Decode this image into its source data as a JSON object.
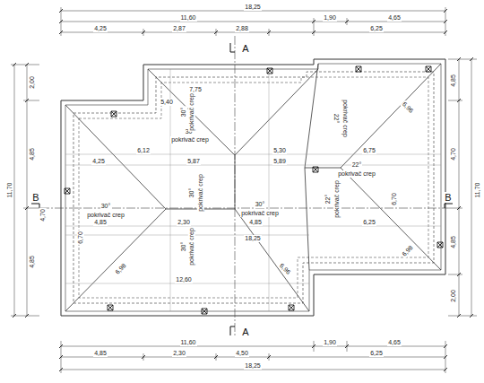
{
  "diagram": {
    "labels": [
      "18,25",
      "11,60",
      "1,90",
      "4,65",
      "4,25",
      "2,87",
      "2,88",
      "6,25",
      "11,60",
      "1,90",
      "4,65",
      "4,85",
      "2,30",
      "4,50",
      "6,25",
      "18,25",
      "2,00",
      "4,85",
      "4,70",
      "4,85",
      "11,70",
      "4,85",
      "4,70",
      "4,85",
      "2,00",
      "11,70",
      "A",
      "A",
      "B",
      "B",
      "30°",
      "pokrivač crep",
      "30°",
      "pokrivač crep",
      "30°",
      "pokrivač crep",
      "22°",
      "pokrivač crep",
      "30°",
      "pokrivač crep",
      "30°",
      "pokrivač crep",
      "22°",
      "pokrivač crep",
      "22°",
      "pokrivač crep",
      "30°",
      "pokrivač crep",
      "7,75",
      "5,40",
      "6,12",
      "4,25",
      "5,87",
      "5,30",
      "5,89",
      "6,75",
      "4,85",
      "2,30",
      "4,85",
      "6,25",
      "18,25",
      "12,60",
      "6,98",
      "6,96",
      "6,96",
      "6,98",
      "6,70",
      "6,70"
    ]
  }
}
